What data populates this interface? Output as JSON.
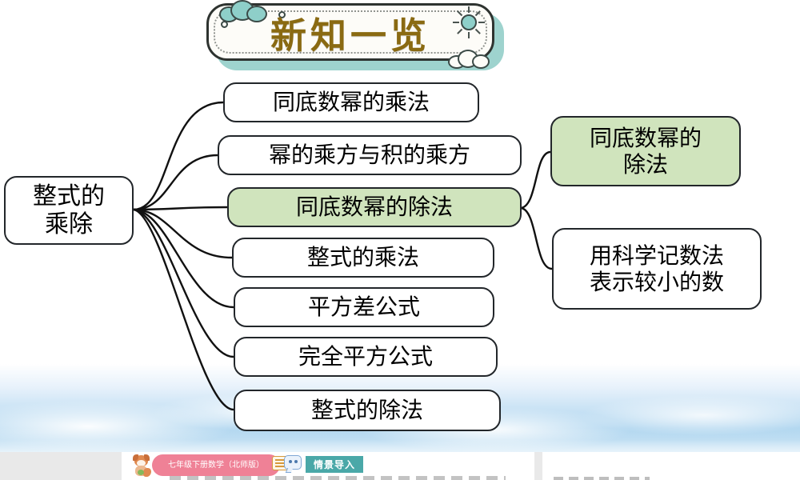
{
  "slide": {
    "title": "新知一览",
    "title_color": "#8a6a12",
    "banner_accent": "#8ecfc9",
    "highlight_color": "#d0e4bd"
  },
  "mindmap": {
    "root": {
      "lines": [
        "整式的",
        "乘除"
      ]
    },
    "branches": [
      {
        "label": "同底数幂的乘法",
        "highlighted": false
      },
      {
        "label": "幂的乘方与积的乘方",
        "highlighted": false
      },
      {
        "label": "同底数幂的除法",
        "highlighted": true
      },
      {
        "label": "整式的乘法",
        "highlighted": false
      },
      {
        "label": "平方差公式",
        "highlighted": false
      },
      {
        "label": "完全平方公式",
        "highlighted": false
      },
      {
        "label": "整式的除法",
        "highlighted": false
      }
    ],
    "subbranches": [
      {
        "lines": [
          "同底数幂的",
          "除法"
        ],
        "highlighted": true
      },
      {
        "lines": [
          "用科学记数法",
          "表示较小的数"
        ],
        "highlighted": false
      }
    ]
  },
  "taskbar": {
    "course_badge": "七年级下册数学（北师版）",
    "course_badge_color": "#ef8196",
    "section_label": "情景导入",
    "section_label_color": "#4aa8a8",
    "mascot_icon": "fox-icon",
    "speech_icon": "speech-bubble-icon"
  }
}
